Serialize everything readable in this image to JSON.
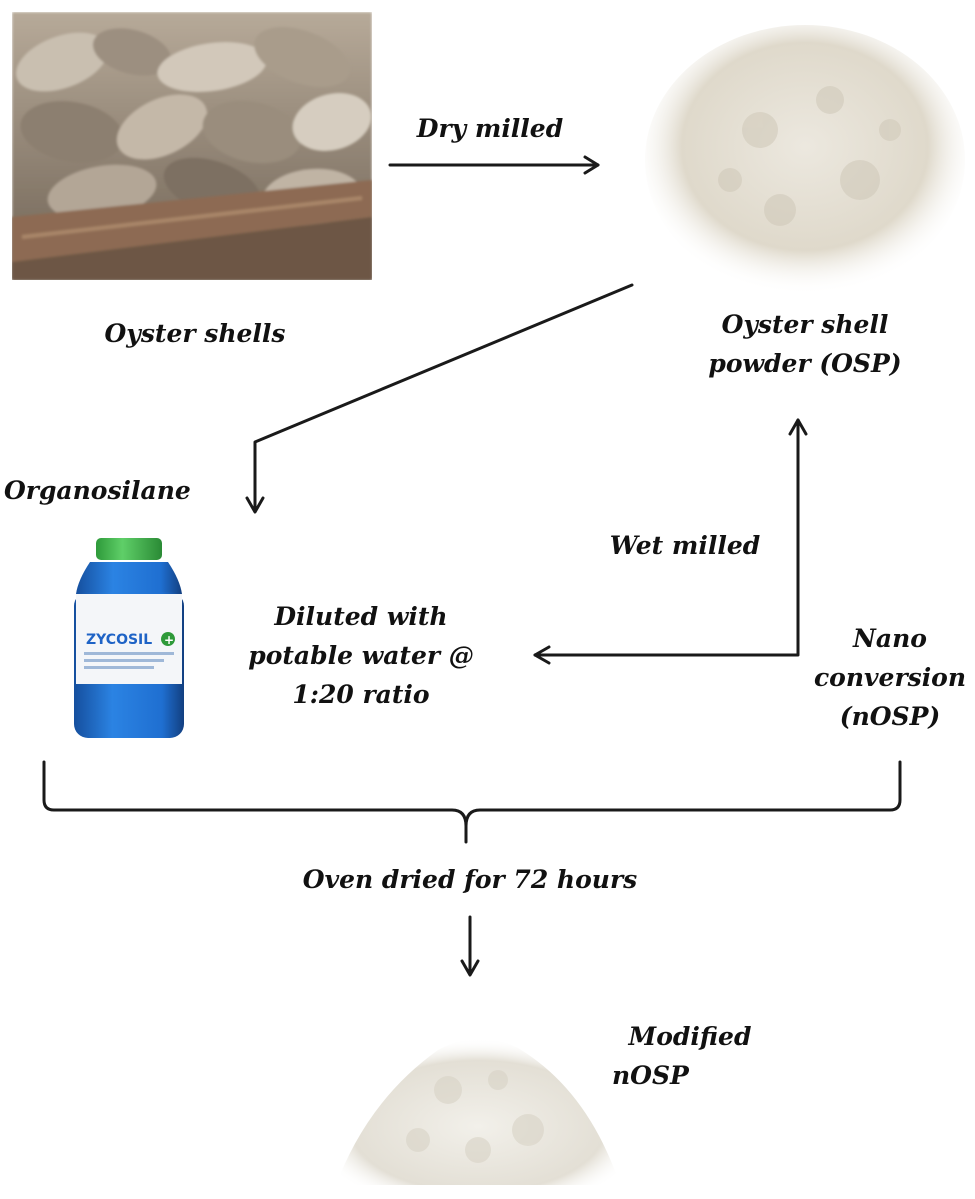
{
  "labels": {
    "oyster_shells": "Oyster shells",
    "dry_milled": "Dry milled",
    "osp_line1": "Oyster shell",
    "osp_line2": "powder (OSP)",
    "organosilane": "Organosilane",
    "wet_milled": "Wet milled",
    "diluted_line1": "Diluted with",
    "diluted_line2": "potable water @",
    "diluted_line3": "1:20 ratio",
    "nano_line1": "Nano",
    "nano_line2": "conversion",
    "nano_line3": "(nOSP)",
    "oven": "Oven dried for 72 hours",
    "modified_line1": "Modified",
    "modified_line2": "nOSP"
  },
  "bottle": {
    "brand": "ZYCOSIL",
    "mark": "+"
  },
  "colors": {
    "text": "#111111",
    "arrow": "#1a1a1a",
    "bottle_blue": "#1f6fd1",
    "cap_green": "#3fb24a",
    "powder": "#e6e1d4",
    "shell": "#8a7a68"
  }
}
